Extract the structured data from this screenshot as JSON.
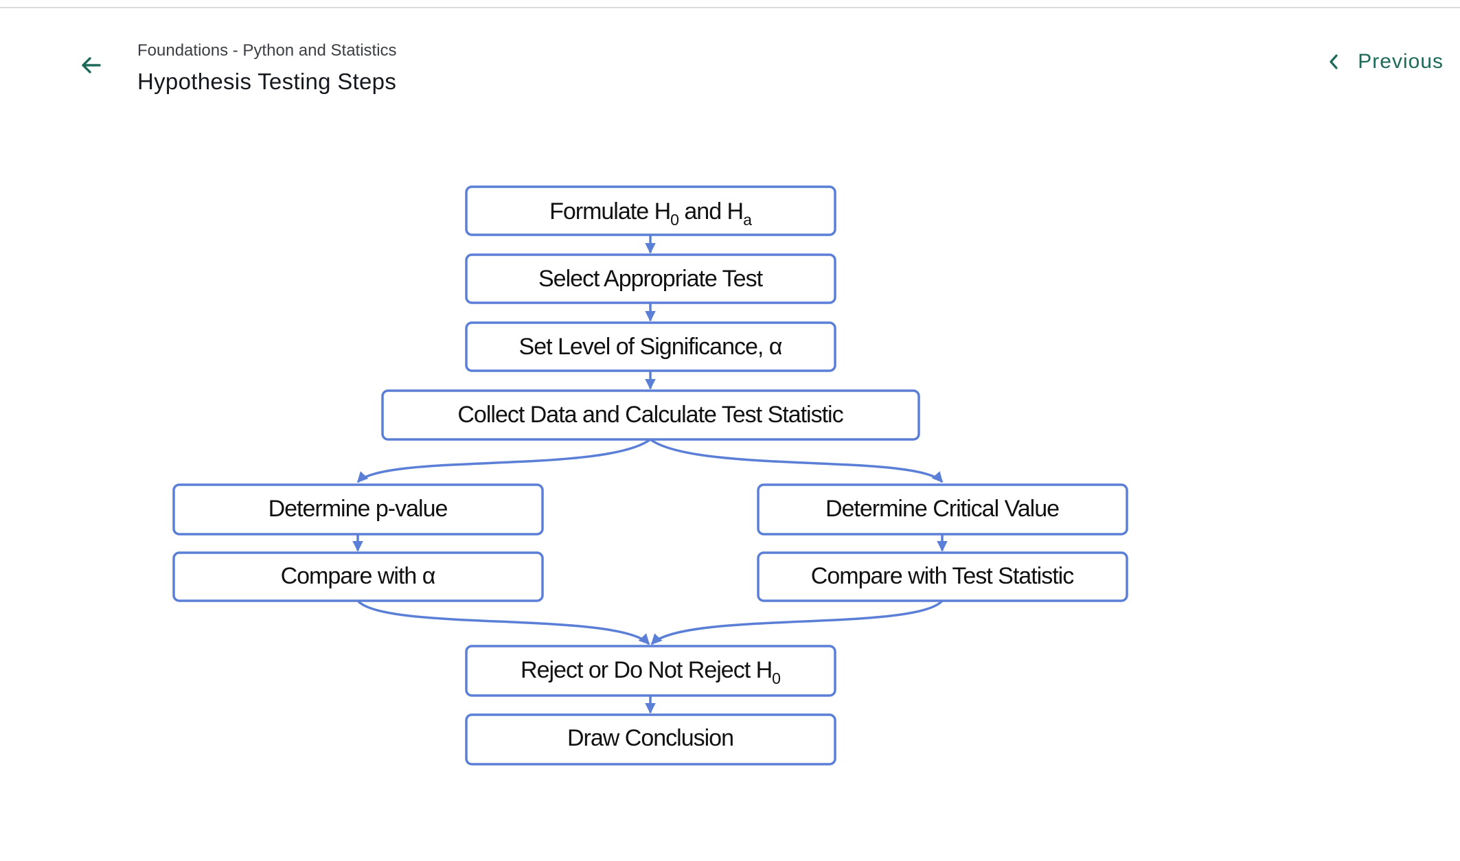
{
  "header": {
    "breadcrumb": "Foundations - Python and Statistics",
    "title": "Hypothesis Testing Steps",
    "previous_label": "Previous"
  },
  "icons": {
    "back": "arrow-left-icon",
    "previous": "chevron-left-icon"
  },
  "colors": {
    "accent": "#1d6a5a",
    "diagram_stroke": "#5b7fd6"
  },
  "diagram": {
    "nodes": [
      {
        "id": "formulate",
        "pre": "Formulate H",
        "sub1": "0",
        "mid": " and H",
        "sub2": "a"
      },
      {
        "id": "select",
        "label": "Select Appropriate Test"
      },
      {
        "id": "significance",
        "label": "Set Level of Significance, α"
      },
      {
        "id": "collect",
        "label": "Collect Data and Calculate Test Statistic"
      },
      {
        "id": "pvalue",
        "label": "Determine p-value"
      },
      {
        "id": "critical",
        "label": "Determine Critical Value"
      },
      {
        "id": "compare-alpha",
        "label": "Compare with α"
      },
      {
        "id": "compare-stat",
        "label": "Compare with Test Statistic"
      },
      {
        "id": "reject",
        "pre": "Reject or Do Not Reject H",
        "sub1": "0"
      },
      {
        "id": "conclusion",
        "label": "Draw Conclusion"
      }
    ]
  }
}
